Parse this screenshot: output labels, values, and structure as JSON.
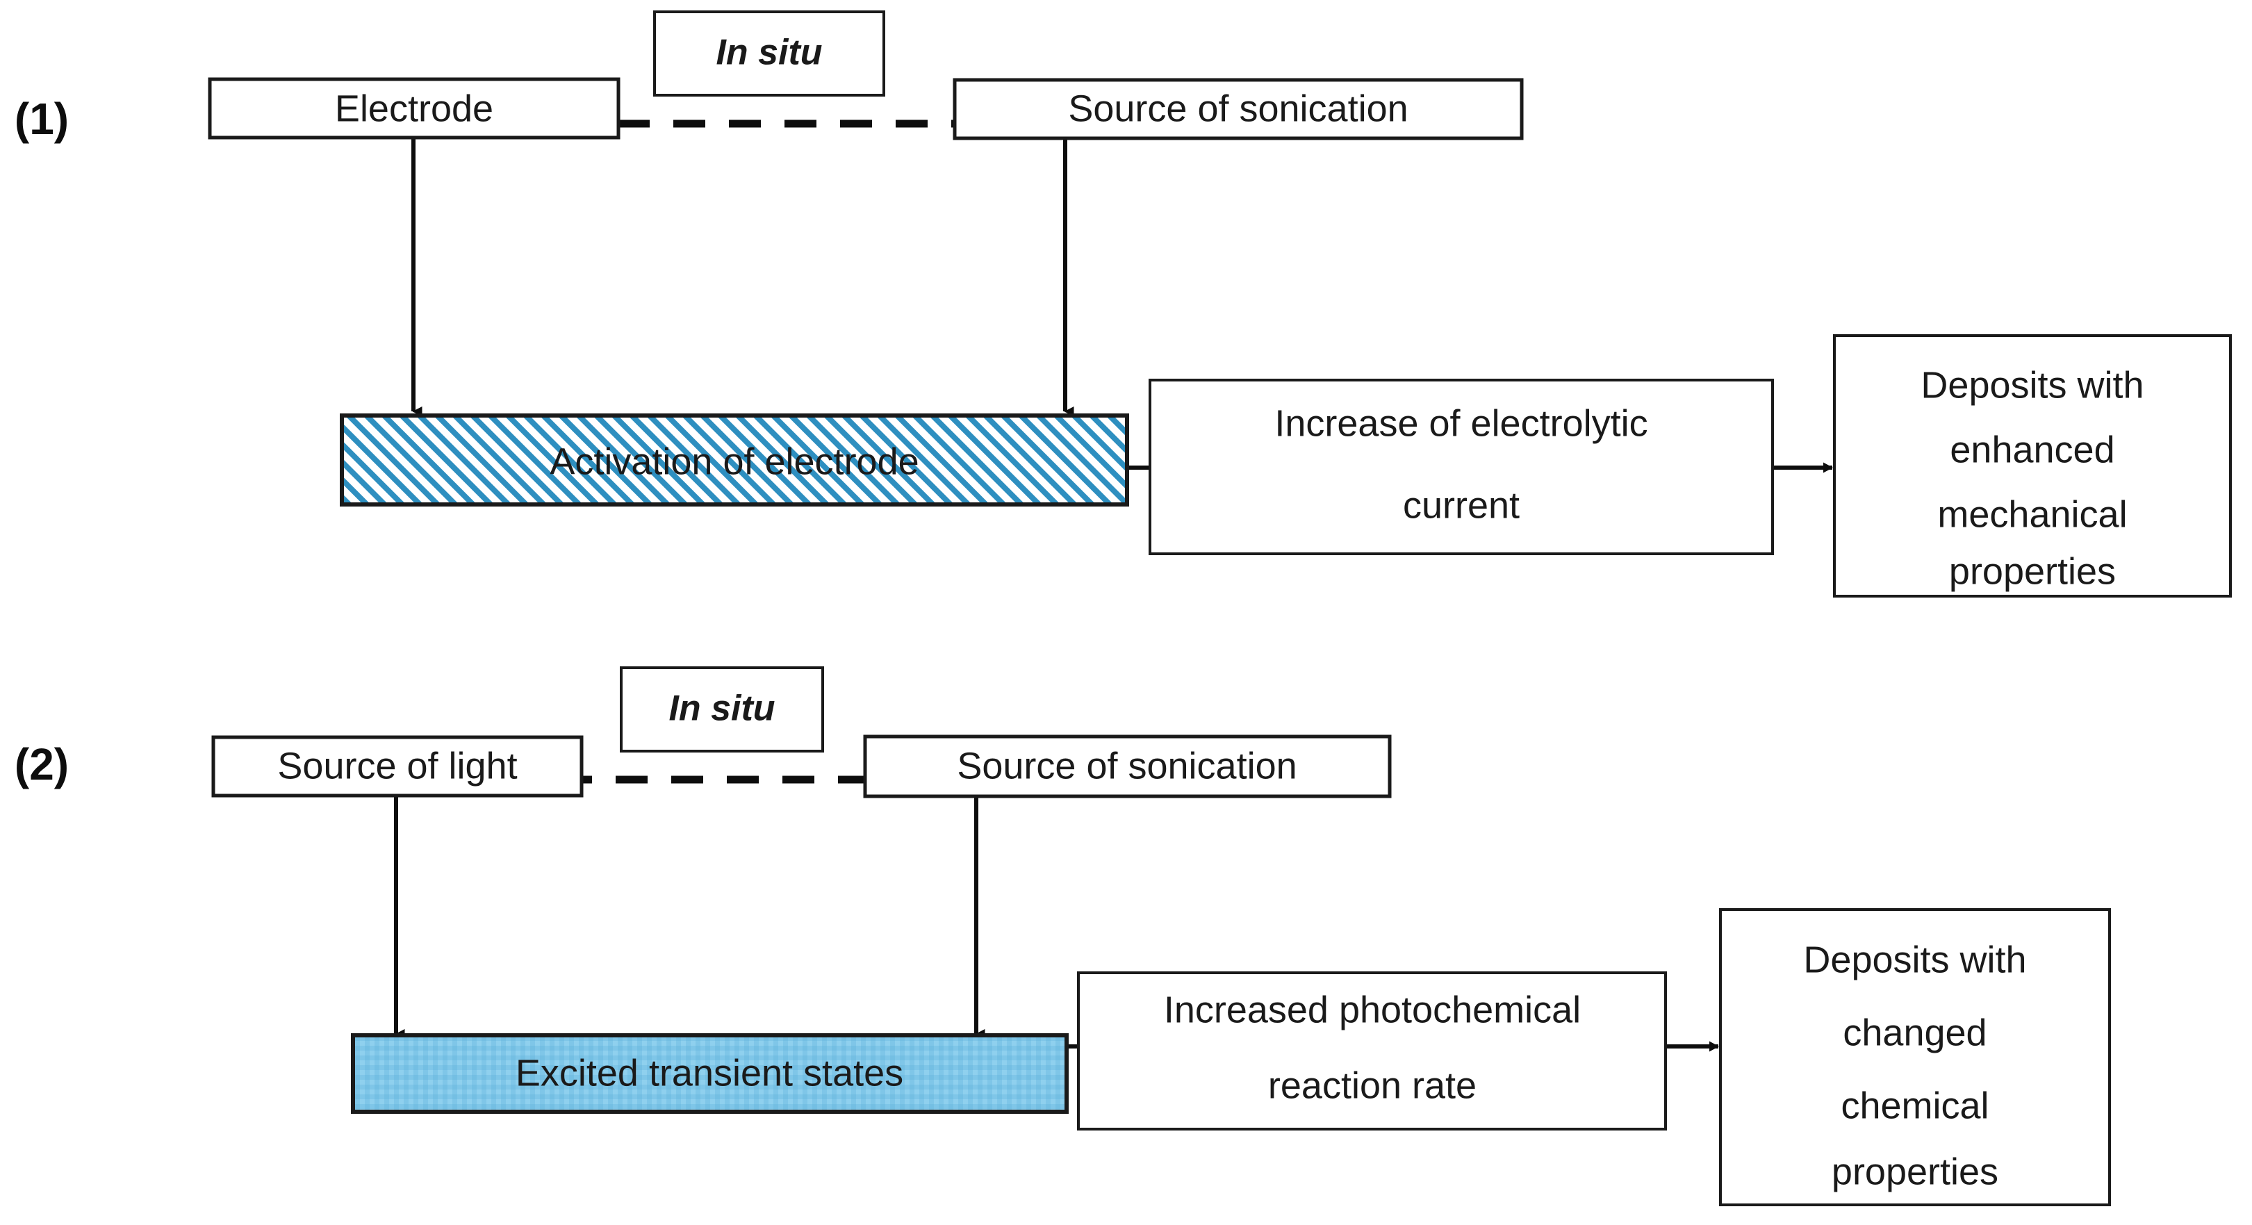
{
  "figure": {
    "background": "#ffffff",
    "line_color": "#0d0d0d",
    "hatch_color": "#2e8fc0",
    "dot_fill_color": "#7fc6e8",
    "rows": [
      {
        "index_label": "(1)",
        "source_box": "Electrode",
        "insitu_label": "In situ",
        "sonication_box": "Source of sonication",
        "effect_box": "Activation of electrode",
        "effect_fill": "hatch",
        "middle_box_line1": "Increase of electrolytic",
        "middle_box_line2": "current",
        "outcome_lines": [
          "Deposits with",
          "enhanced",
          "mechanical",
          "properties"
        ]
      },
      {
        "index_label": "(2)",
        "source_box": "Source of light",
        "insitu_label": "In situ",
        "sonication_box": "Source of sonication",
        "effect_box": "Excited transient states",
        "effect_fill": "dots",
        "middle_box_line1": "Increased photochemical",
        "middle_box_line2": "reaction rate",
        "outcome_lines": [
          "Deposits with",
          "changed",
          "chemical",
          "properties"
        ]
      }
    ]
  }
}
